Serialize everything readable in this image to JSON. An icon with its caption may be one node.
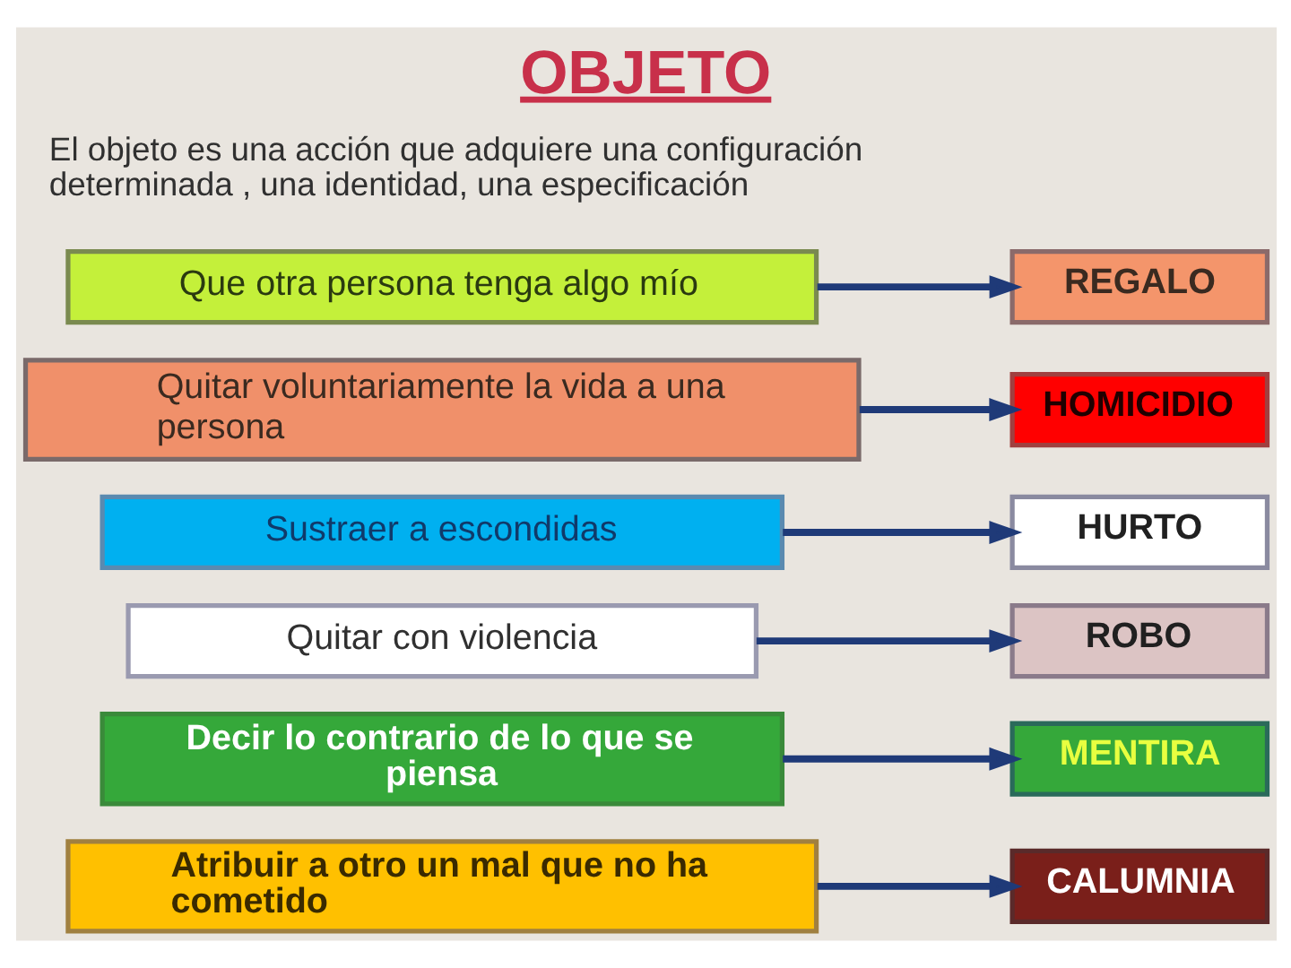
{
  "diagram": {
    "title": "OBJETO",
    "nodes": [
      {
        "text": [
          "Que otra persona tenga algo mío"
        ]
      },
      {
        "text": [
          "REGALO"
        ]
      },
      {
        "text": [
          "Quitar voluntariamente la vida a una persona"
        ]
      },
      {
        "text": [
          "HOMICIDIO"
        ]
      },
      {
        "text": [
          "Sustraer a escondidas"
        ]
      },
      {
        "text": [
          "HURTO"
        ]
      },
      {
        "text": [
          "Quitar con violencia"
        ]
      },
      {
        "text": [
          "ROBO"
        ]
      },
      {
        "text": [
          "Decir lo contrario de lo que se piensa"
        ]
      },
      {
        "text": [
          "MENTIRA"
        ]
      },
      {
        "text": [
          "Atribuir a otro un mal que no ha cometido"
        ]
      },
      {
        "text": [
          "CALUMNIA"
        ]
      }
    ],
    "edges": [
      {
        "from": 0,
        "to": 1,
        "arrow": "to"
      },
      {
        "from": 2,
        "to": 3,
        "arrow": "to"
      },
      {
        "from": 4,
        "to": 5,
        "arrow": "to"
      },
      {
        "from": 6,
        "to": 7,
        "arrow": "to"
      },
      {
        "from": 8,
        "to": 9,
        "arrow": "to"
      },
      {
        "from": 10,
        "to": 11,
        "arrow": "to"
      }
    ],
    "labels": [
      "El objeto es una acción que adquiere una configuración determinada , una identidad, una especificación"
    ]
  }
}
